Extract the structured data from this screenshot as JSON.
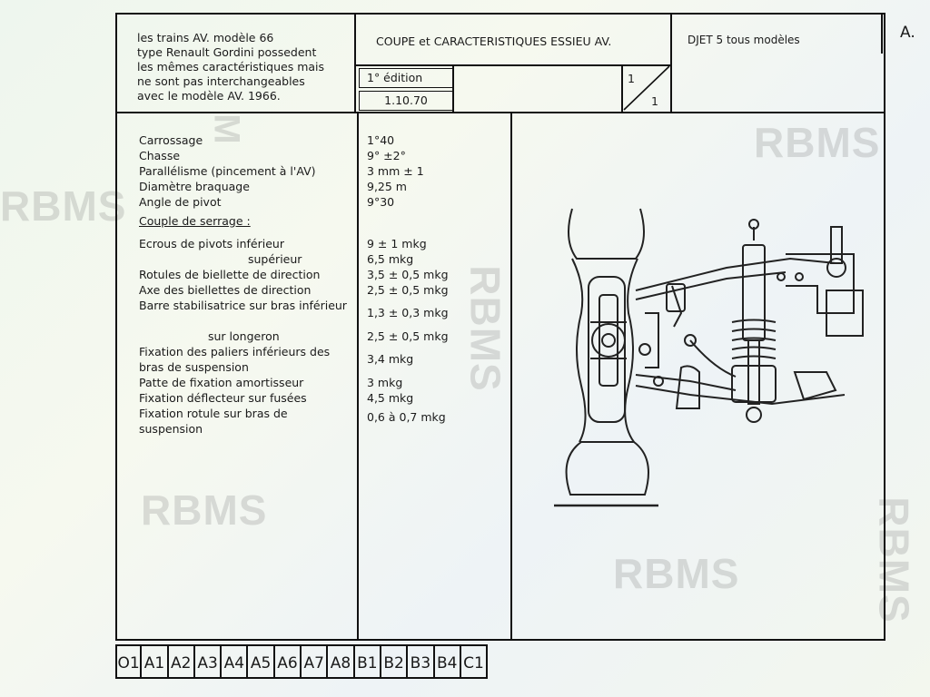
{
  "watermarks": [
    "RBMS",
    "RBMS",
    "RBMS",
    "RBMS",
    "RBMS",
    "RBMS",
    "M"
  ],
  "header": {
    "intro_lines": [
      "les trains AV. modèle 66",
      "type Renault Gordini possedent",
      "les mêmes caractéristiques mais",
      "ne sont pas interchangeables",
      "avec le modèle AV. 1966."
    ],
    "title": "COUPE et CARACTERISTIQUES ESSIEU AV.",
    "model": "DJET 5 tous modèles",
    "code": "A.",
    "edition": "1° édition",
    "date": "1.10.70",
    "page_num": "1",
    "page_total": "1"
  },
  "specs": [
    {
      "label": "Carrossage",
      "value": "1°40"
    },
    {
      "label": "Chasse",
      "value": "9° ±2°"
    },
    {
      "label": "Parallélisme (pincement à l'AV)",
      "value": "3 mm ± 1"
    },
    {
      "label": "Diamètre braquage",
      "value": "9,25 m"
    },
    {
      "label": "Angle de pivot",
      "value": "9°30"
    }
  ],
  "torque_heading": "Couple de serrage :",
  "torques": [
    {
      "label": "Ecrous de pivots inférieur",
      "value": "9 ± 1 mkg"
    },
    {
      "label": "supérieur",
      "value": "6,5 mkg",
      "indent": true
    },
    {
      "label": "Rotules de biellette de direction",
      "value": "3,5 ± 0,5 mkg"
    },
    {
      "label": "Axe des biellettes de direction",
      "value": "2,5 ± 0,5 mkg"
    },
    {
      "label": "Barre stabilisatrice sur bras inférieur",
      "value": "1,3 ± 0,3 mkg",
      "double": true
    },
    {
      "label": "sur longeron",
      "value": "2,5 ± 0,5 mkg",
      "indent": true
    },
    {
      "label": "Fixation des paliers inférieurs des bras de suspension",
      "value": "3,4 mkg",
      "double": true
    },
    {
      "label": "Patte de fixation amortisseur",
      "value": "3 mkg"
    },
    {
      "label": "Fixation déflecteur sur fusées",
      "value": "4,5 mkg"
    },
    {
      "label": "Fixation rotule sur bras de suspension",
      "value": "0,6 à 0,7 mkg",
      "double": true
    }
  ],
  "tabs": [
    "O1",
    "A1",
    "A2",
    "A3",
    "A4",
    "A5",
    "A6",
    "A7",
    "A8",
    "B1",
    "B2",
    "B3",
    "B4",
    "C1"
  ]
}
